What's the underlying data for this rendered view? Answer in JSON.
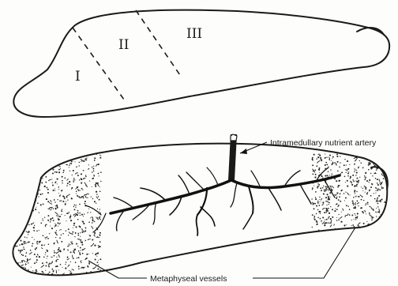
{
  "zones": {
    "zone1": "I",
    "zone2": "II",
    "zone3": "III"
  },
  "callouts": {
    "nutrient_artery": "Intramedullary nutrient artery",
    "metaphyseal": "Metaphyseal vessels"
  }
}
